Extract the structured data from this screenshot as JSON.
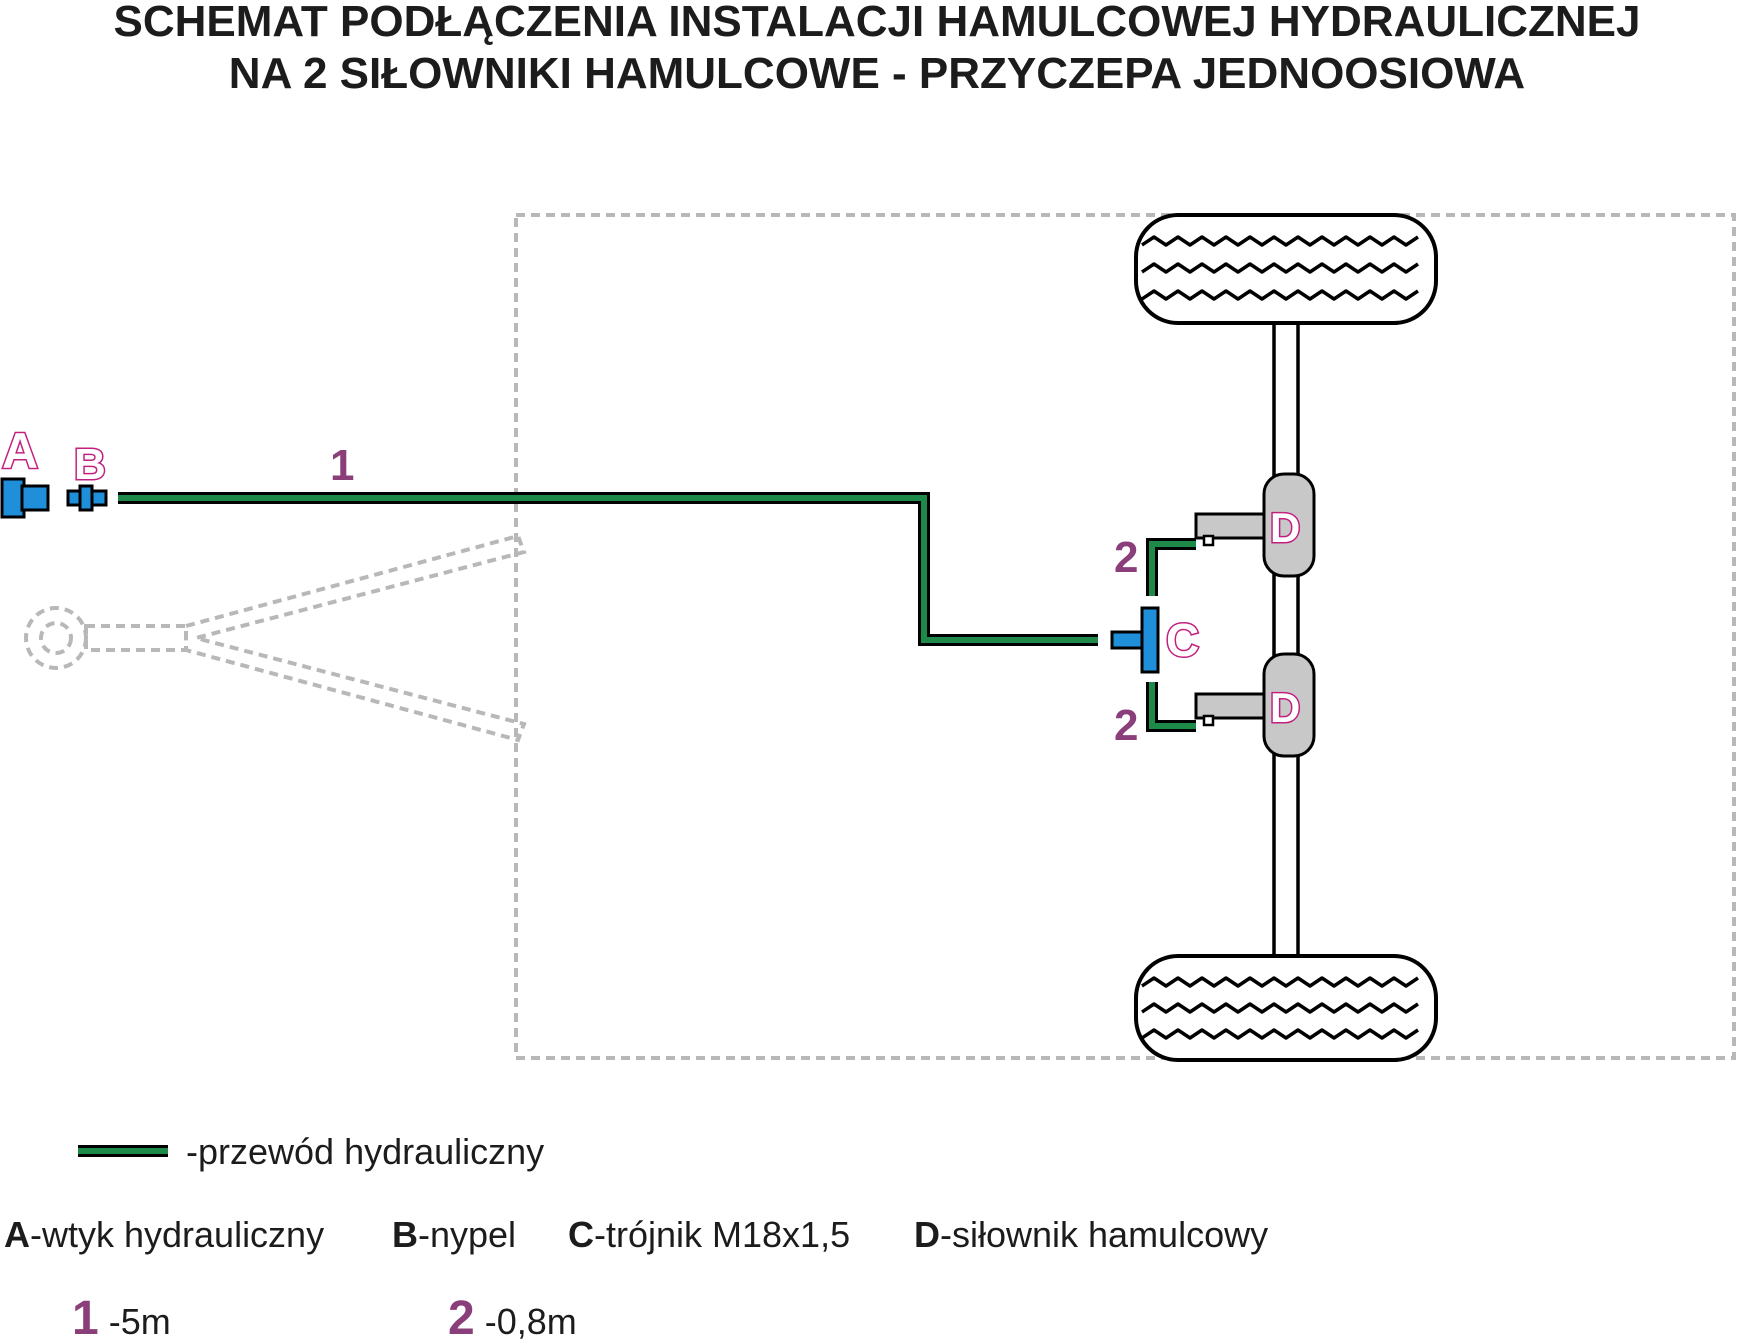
{
  "title": {
    "line1": "SCHEMAT PODŁĄCZENIA INSTALACJI HAMULCOWEJ HYDRAULICZNEJ",
    "line2": "NA 2 SIŁOWNIKI HAMULCOWE - PRZYCZEPA JEDNOOSIOWA"
  },
  "components": {
    "a": "A",
    "b": "B",
    "c": "C",
    "d_upper": "D",
    "d_lower": "D"
  },
  "pipes": {
    "main": "1",
    "branch_upper": "2",
    "branch_lower": "2"
  },
  "legend": {
    "hose_label": "-przewód hydrauliczny",
    "items": [
      {
        "key": "A",
        "text": "-wtyk hydrauliczny"
      },
      {
        "key": "B",
        "text": "-nypel"
      },
      {
        "key": "C",
        "text": "-trójnik M18x1,5"
      },
      {
        "key": "D",
        "text": "-siłownik hamulcowy"
      }
    ],
    "lengths": [
      {
        "key": "1",
        "text": " -5m"
      },
      {
        "key": "2",
        "text": " -0,8m"
      }
    ]
  },
  "colors": {
    "hose": "#1e8a4a",
    "fitting": "#1e8fd8",
    "component_label": "#c2207f",
    "pipe_number": "#8a3f7a",
    "frame_outline": "#b8b8b8"
  }
}
